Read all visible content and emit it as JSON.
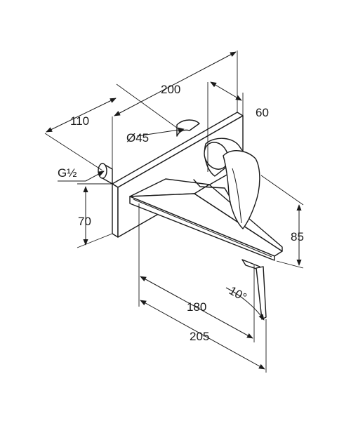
{
  "dimensions": {
    "width_total": "200",
    "depth": "60",
    "offset": "110",
    "diameter": "Ø45",
    "thread": "G½",
    "height_plate": "70",
    "height_spout": "85",
    "spout_reach_inner": "180",
    "spout_reach_outer": "205",
    "spout_angle": "10°"
  }
}
